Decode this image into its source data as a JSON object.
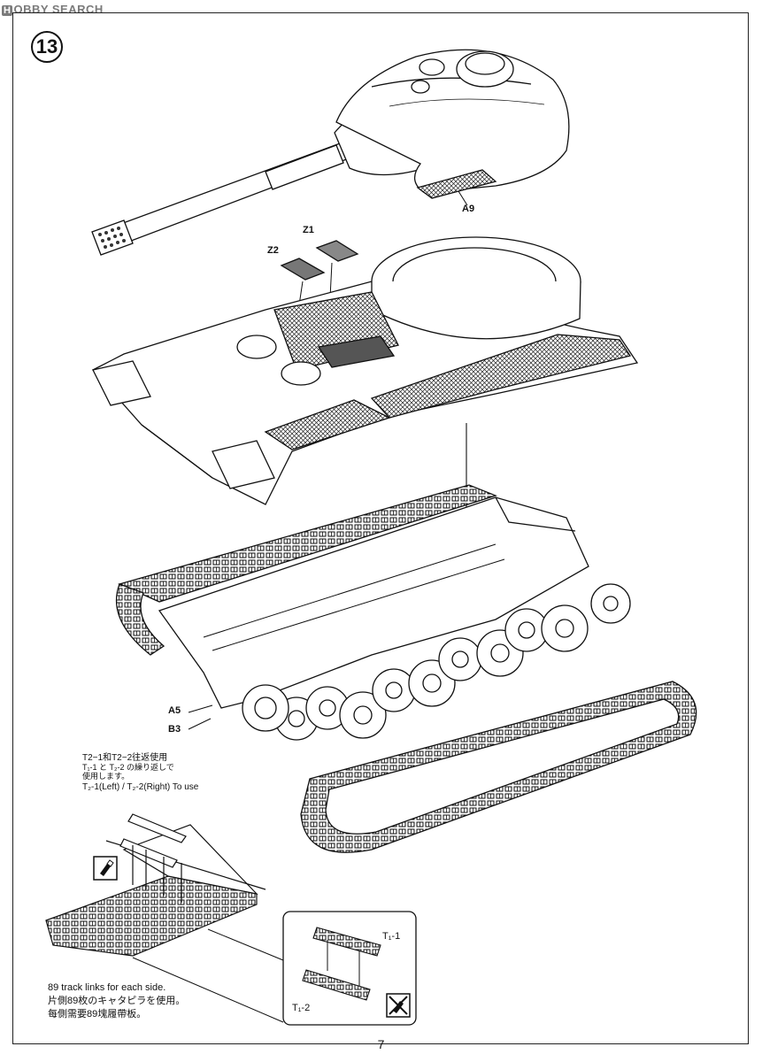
{
  "watermark": {
    "badge": "H",
    "text": "OBBY SEARCH"
  },
  "step_number": "13",
  "labels": {
    "a9": "A9",
    "z1": "Z1",
    "z2": "Z2",
    "a5": "A5",
    "b3": "B3",
    "t1_1": "T₁-1",
    "t1_2": "T₁-2"
  },
  "track_note": {
    "line1": "T2−1和T2−2往返使用",
    "line2": "T₁-1 と T₂-2 の繰り返しで",
    "line3": "使用します。",
    "line4": "T₂-1(Left) / T₂-2(Right) To use"
  },
  "footnote": {
    "en": "89 track links for each side.",
    "ja": "片側89枚のキャタピラを使用。",
    "zh": "每側需要89塊履帶板。"
  },
  "icons": [
    "glue-icon",
    "no-glue-icon"
  ],
  "page_number": "7"
}
